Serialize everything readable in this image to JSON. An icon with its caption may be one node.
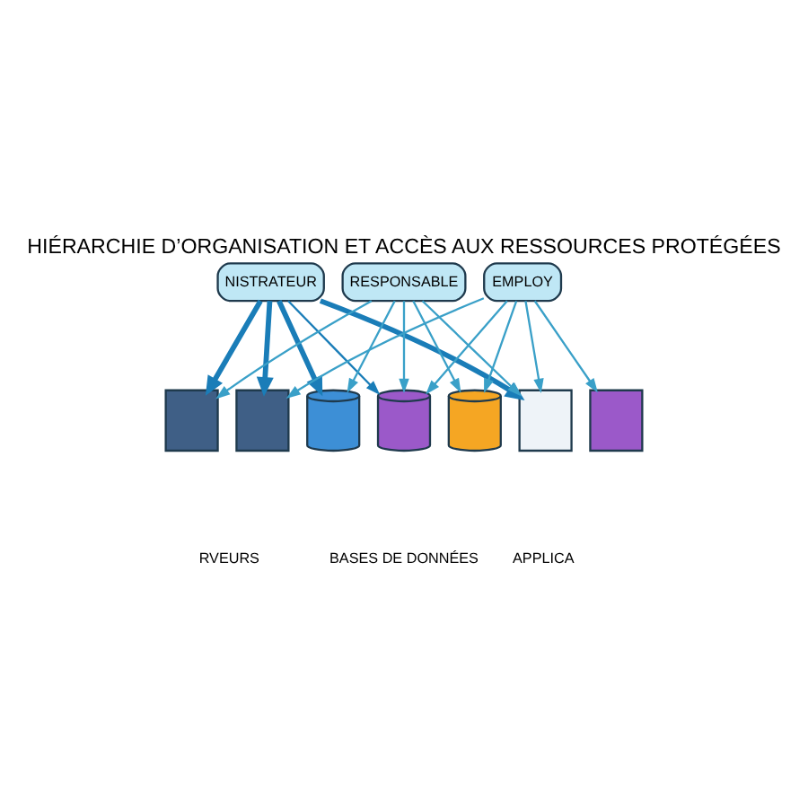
{
  "diagram": {
    "title": "HIÉRARCHIE D’ORGANISATION ET ACCÈS AUX RESSOURCES PROTÉGÉES",
    "nodes": [
      {
        "text": [
          "NISTRATEUR"
        ]
      },
      {
        "text": [
          "RESPONSABLE"
        ]
      },
      {
        "text": [
          "EMPLOY"
        ]
      },
      {
        "text": [],
        "shape": "box"
      },
      {
        "text": [],
        "shape": "box"
      },
      {
        "text": [],
        "shape": "cylinder"
      },
      {
        "text": [],
        "shape": "cylinder"
      },
      {
        "text": [],
        "shape": "cylinder"
      },
      {
        "text": [],
        "shape": "box"
      },
      {
        "text": [],
        "shape": "box"
      }
    ],
    "edges": [
      {
        "from": 0,
        "to": 3,
        "arrow": "to",
        "style": "thick",
        "color": "#1a7db8"
      },
      {
        "from": 0,
        "to": 4,
        "arrow": "to",
        "style": "thick",
        "color": "#1a7db8"
      },
      {
        "from": 0,
        "to": 5,
        "arrow": "to",
        "style": "thick",
        "color": "#1a7db8"
      },
      {
        "from": 0,
        "to": 6,
        "arrow": "to",
        "color": "#1a7db8"
      },
      {
        "from": 0,
        "to": 8,
        "arrow": "to",
        "style": "thick",
        "color": "#1a7db8"
      },
      {
        "from": 1,
        "to": 3,
        "arrow": "to"
      },
      {
        "from": 1,
        "to": 5,
        "arrow": "to"
      },
      {
        "from": 1,
        "to": 6,
        "arrow": "to"
      },
      {
        "from": 1,
        "to": 7,
        "arrow": "to"
      },
      {
        "from": 1,
        "to": 8,
        "arrow": "to"
      },
      {
        "from": 2,
        "to": 4,
        "arrow": "to"
      },
      {
        "from": 2,
        "to": 6,
        "arrow": "to"
      },
      {
        "from": 2,
        "to": 7,
        "arrow": "to"
      },
      {
        "from": 2,
        "to": 8,
        "arrow": "to"
      },
      {
        "from": 2,
        "to": 9,
        "arrow": "to"
      }
    ],
    "labels": [
      "RVEURS",
      "BASES DE DONNÉES",
      "APPLICA"
    ]
  }
}
